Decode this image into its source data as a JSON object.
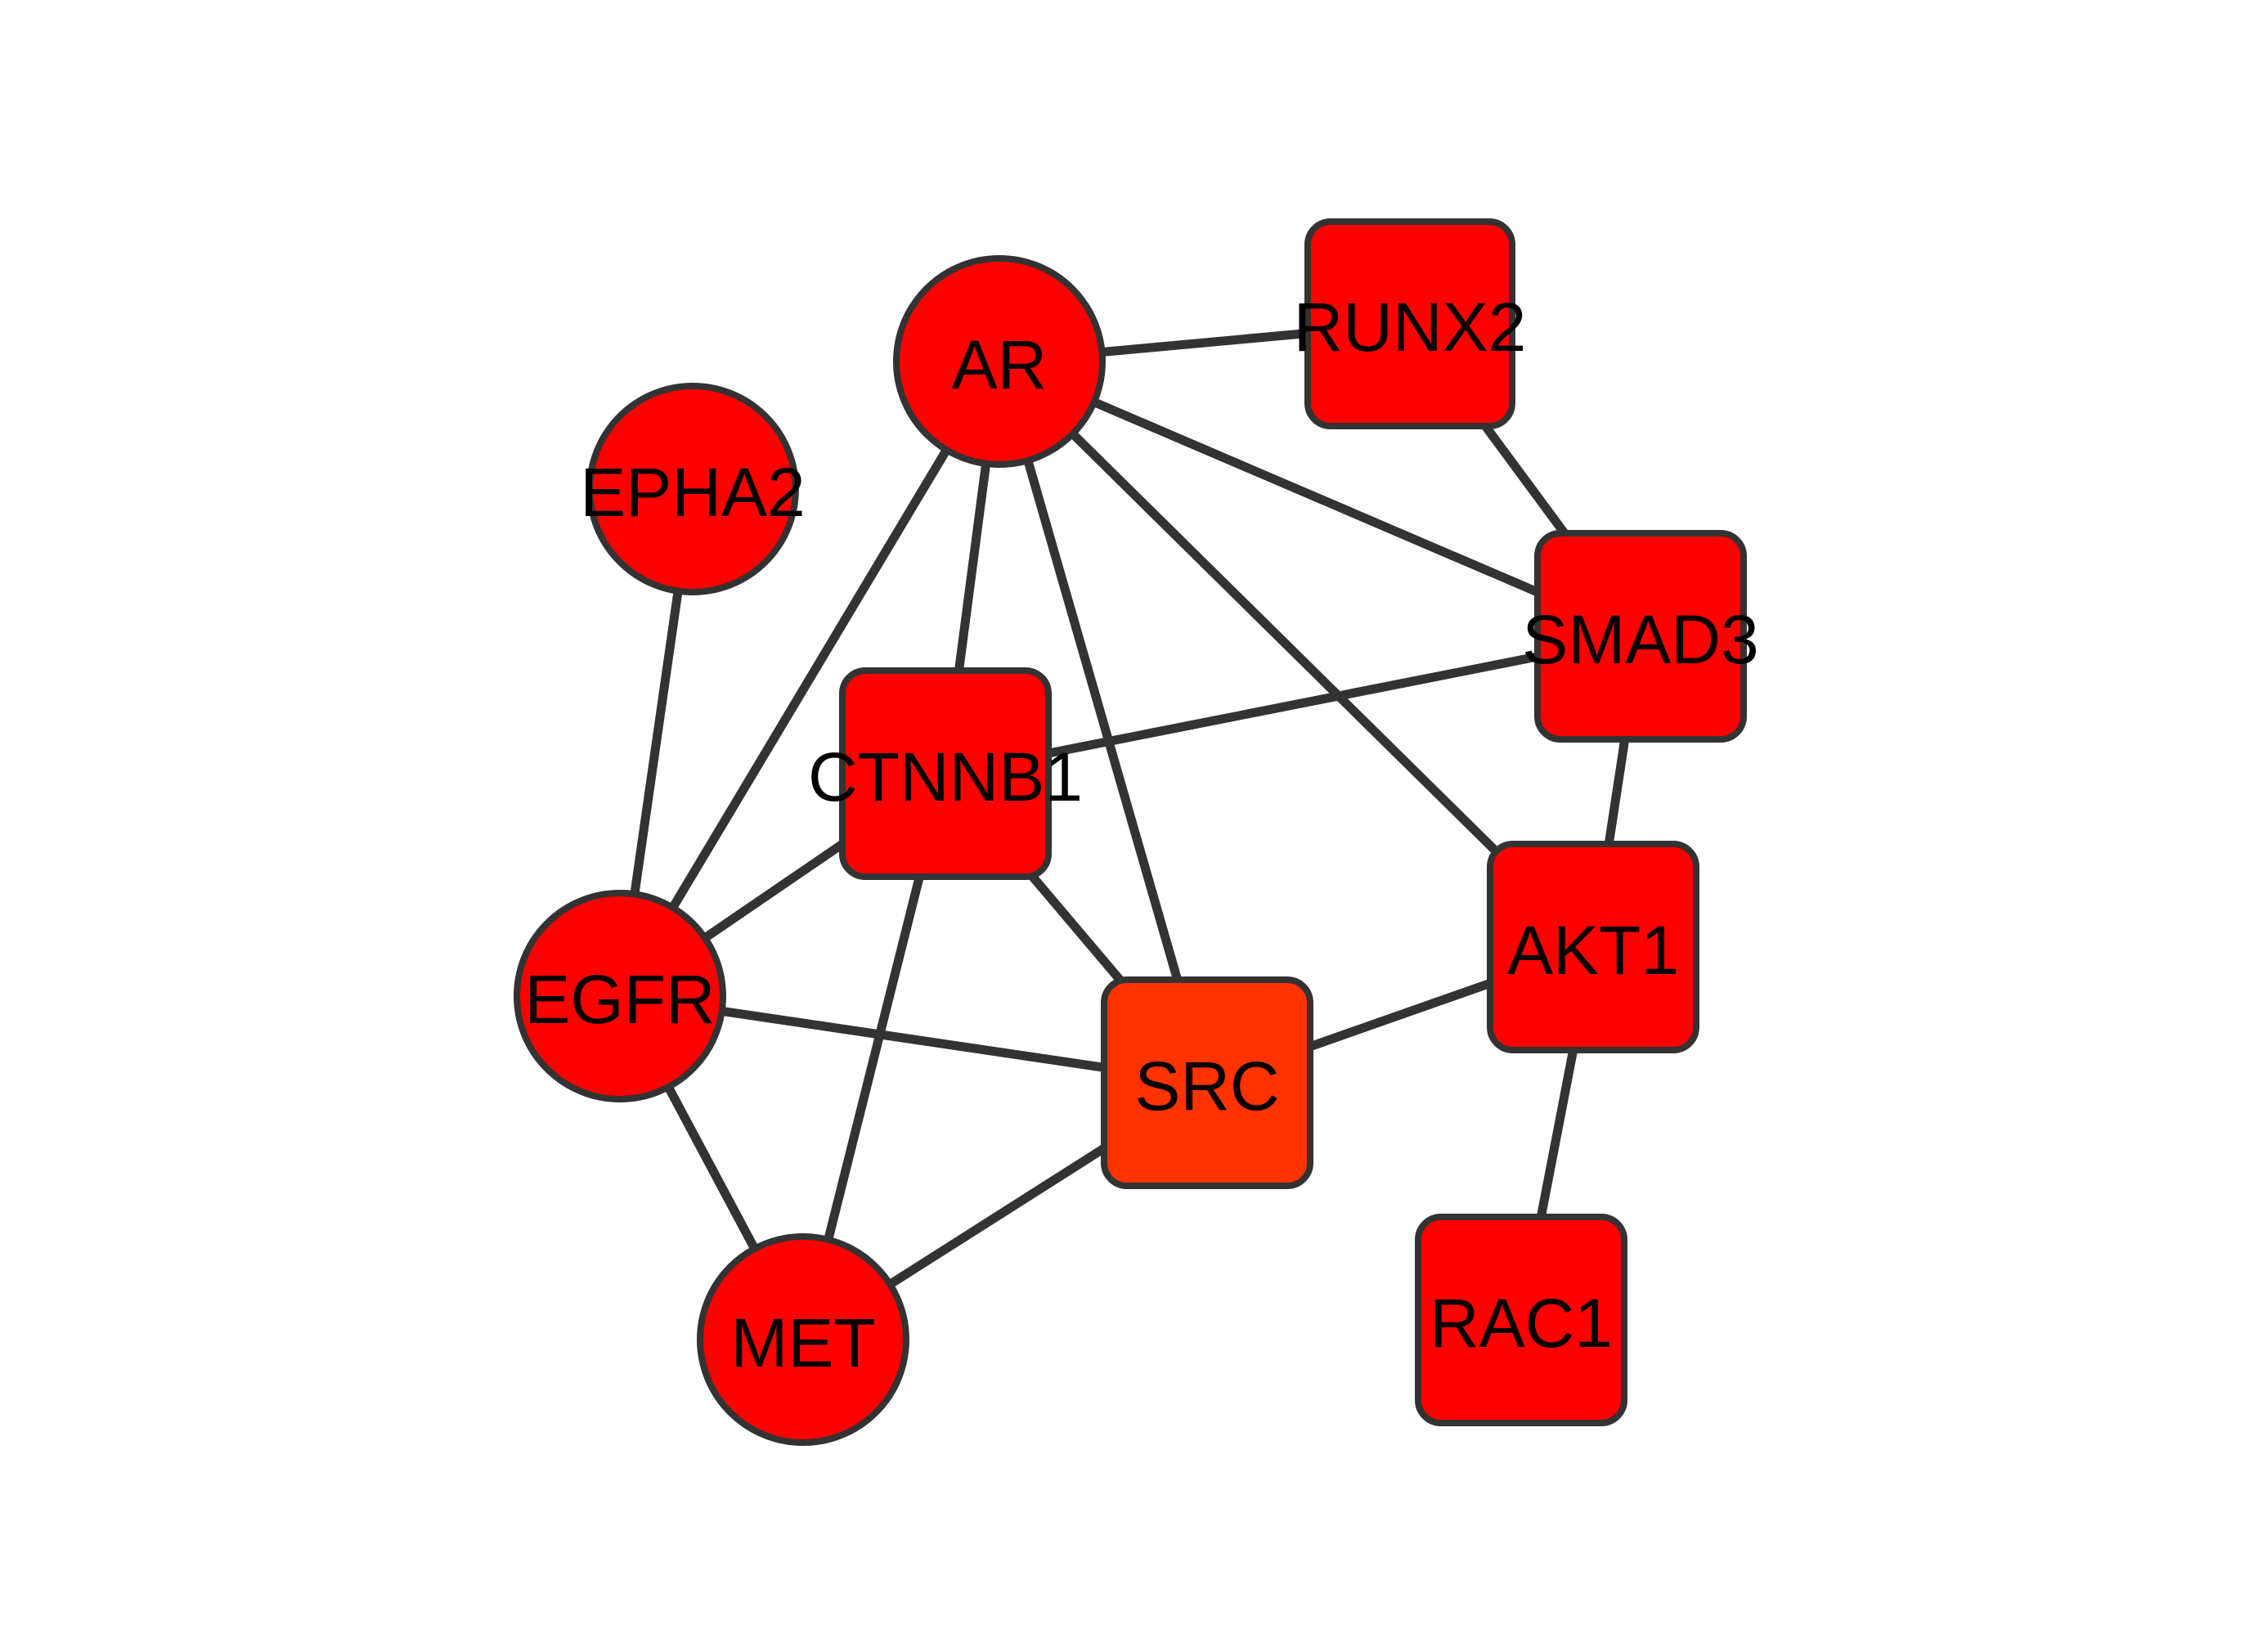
{
  "network": {
    "colors": {
      "node_fill": "#ff0000",
      "node_fill_src": "#ff3300",
      "node_border": "#333333",
      "edge": "#333333",
      "label": "#000000"
    },
    "nodes": [
      {
        "id": "AR",
        "label": "AR",
        "shape": "circle"
      },
      {
        "id": "RUNX2",
        "label": "RUNX2",
        "shape": "rounded-square"
      },
      {
        "id": "EPHA2",
        "label": "EPHA2",
        "shape": "circle"
      },
      {
        "id": "SMAD3",
        "label": "SMAD3",
        "shape": "rounded-square"
      },
      {
        "id": "CTNNB1",
        "label": "CTNNB1",
        "shape": "rounded-square"
      },
      {
        "id": "AKT1",
        "label": "AKT1",
        "shape": "rounded-square"
      },
      {
        "id": "EGFR",
        "label": "EGFR",
        "shape": "circle"
      },
      {
        "id": "SRC",
        "label": "SRC",
        "shape": "rounded-square"
      },
      {
        "id": "MET",
        "label": "MET",
        "shape": "circle"
      },
      {
        "id": "RAC1",
        "label": "RAC1",
        "shape": "rounded-square"
      }
    ],
    "edges": [
      [
        "AR",
        "RUNX2"
      ],
      [
        "AR",
        "SMAD3"
      ],
      [
        "AR",
        "AKT1"
      ],
      [
        "AR",
        "CTNNB1"
      ],
      [
        "AR",
        "SRC"
      ],
      [
        "AR",
        "EGFR"
      ],
      [
        "RUNX2",
        "SMAD3"
      ],
      [
        "SMAD3",
        "CTNNB1"
      ],
      [
        "SMAD3",
        "AKT1"
      ],
      [
        "EPHA2",
        "EGFR"
      ],
      [
        "CTNNB1",
        "EGFR"
      ],
      [
        "CTNNB1",
        "SRC"
      ],
      [
        "CTNNB1",
        "MET"
      ],
      [
        "EGFR",
        "SRC"
      ],
      [
        "EGFR",
        "MET"
      ],
      [
        "SRC",
        "MET"
      ],
      [
        "SRC",
        "AKT1"
      ],
      [
        "AKT1",
        "RAC1"
      ]
    ]
  }
}
